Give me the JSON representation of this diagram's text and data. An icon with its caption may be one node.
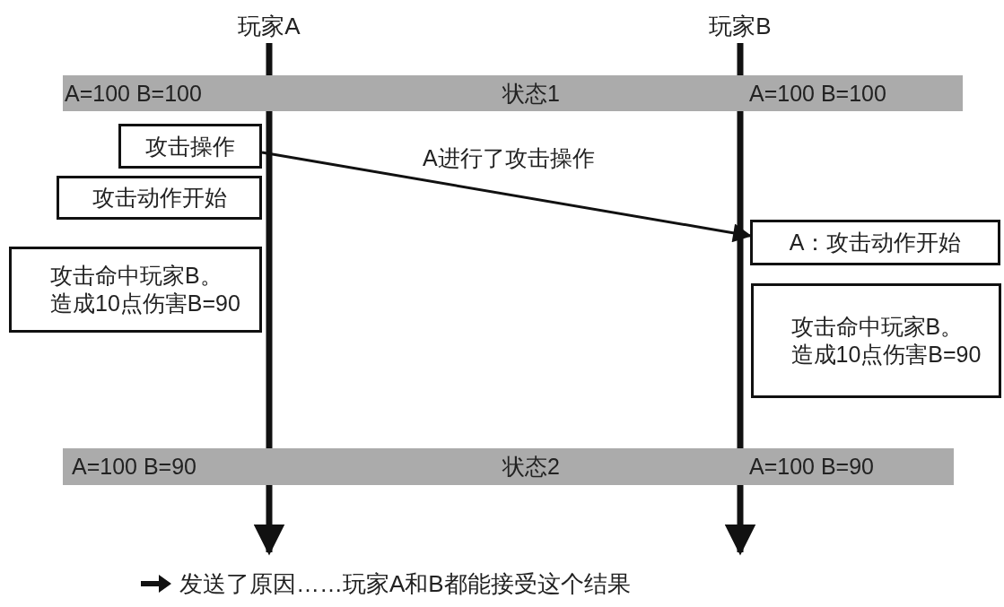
{
  "diagram": {
    "caption": "发送了原因……玩家A和B都能接受这个结果",
    "nodes": [
      {
        "text": [
          "玩家A"
        ]
      },
      {
        "text": [
          "玩家B"
        ]
      },
      {
        "text": [
          "A=100 B=100",
          "状态1",
          "A=100 B=100"
        ]
      },
      {
        "text": [
          "攻击操作"
        ]
      },
      {
        "text": [
          "攻击动作开始"
        ]
      },
      {
        "text": [
          "A：攻击动作开始"
        ]
      },
      {
        "text": [
          "攻击命中玩家B。造成10点伤害B=90"
        ]
      },
      {
        "text": [
          "攻击命中玩家B。造成10点伤害B=90"
        ]
      },
      {
        "text": [
          "A=100 B=90",
          "状态2",
          "A=100 B=90"
        ]
      }
    ],
    "edges": [
      {
        "from": 0,
        "to": null,
        "arrow": "to"
      },
      {
        "from": 1,
        "to": null,
        "arrow": "to"
      },
      {
        "from": 3,
        "to": 5,
        "arrow": "to",
        "label": "A进行了攻击操作"
      }
    ]
  }
}
